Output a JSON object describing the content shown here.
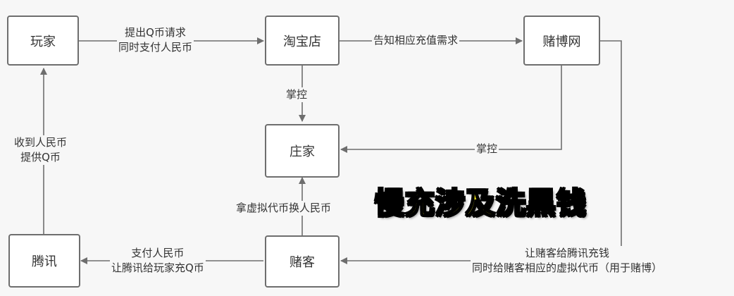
{
  "nodes": {
    "player": "玩家",
    "taobao": "淘宝店",
    "gambling_site": "赌博网",
    "banker": "庄家",
    "tencent": "腾讯",
    "gambler": "赌客"
  },
  "edges": {
    "player_to_taobao": [
      "提出Q币请求",
      "同时支付人民币"
    ],
    "taobao_to_gambling": [
      "告知相应充值需求"
    ],
    "taobao_to_banker": [
      "掌控"
    ],
    "gambling_to_banker": [
      "掌控"
    ],
    "gambler_to_banker": [
      "拿虚拟代币换人民币"
    ],
    "gambler_to_tencent": [
      "支付人民币",
      "让腾讯给玩家充Q币"
    ],
    "gambling_to_gambler": [
      "让赌客给腾讯充钱",
      "同时给赌客相应的虚拟代币（用于赌博）"
    ],
    "tencent_to_player": [
      "收到人民币",
      "提供Q币"
    ]
  },
  "banner": "慢充涉及洗黑钱",
  "colors": {
    "line": "#6e6e6e",
    "banner_fill": "#f2e81a",
    "banner_stroke": "#000000"
  }
}
